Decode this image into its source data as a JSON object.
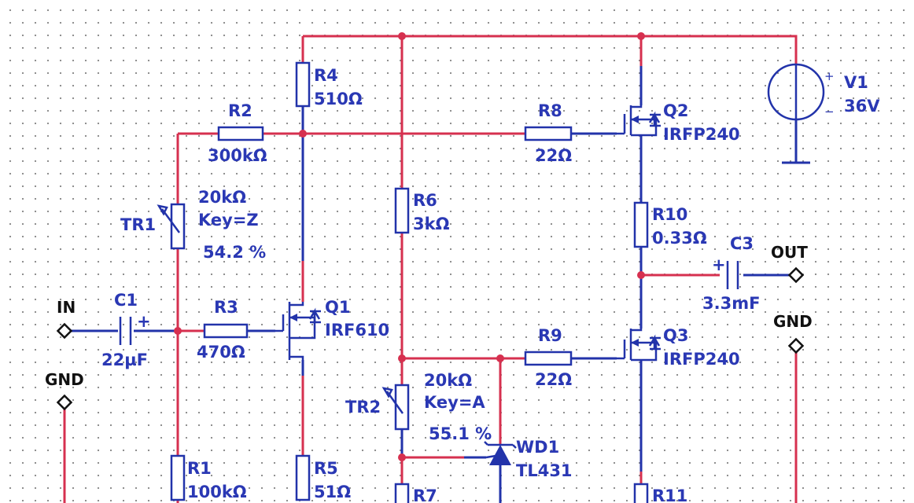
{
  "ports": {
    "in": "IN",
    "gnd_left": "GND",
    "out": "OUT",
    "gnd_right": "GND"
  },
  "components": {
    "R1": {
      "ref": "R1",
      "value": "100kΩ"
    },
    "R2": {
      "ref": "R2",
      "value": "300kΩ"
    },
    "R3": {
      "ref": "R3",
      "value": "470Ω"
    },
    "R4": {
      "ref": "R4",
      "value": "510Ω"
    },
    "R5": {
      "ref": "R5",
      "value": "51Ω"
    },
    "R6": {
      "ref": "R6",
      "value": "3kΩ"
    },
    "R7": {
      "ref": "R7"
    },
    "R8": {
      "ref": "R8",
      "value": "22Ω"
    },
    "R9": {
      "ref": "R9",
      "value": "22Ω"
    },
    "R10": {
      "ref": "R10",
      "value": "0.33Ω"
    },
    "R11": {
      "ref": "R11"
    },
    "C1": {
      "ref": "C1",
      "value": "22µF",
      "polarity": "+"
    },
    "C3": {
      "ref": "C3",
      "value": "3.3mF",
      "polarity": "+"
    },
    "TR1": {
      "ref": "TR1",
      "value": "20kΩ",
      "key": "Key=Z",
      "position": "54.2 %"
    },
    "TR2": {
      "ref": "TR2",
      "value": "20kΩ",
      "key": "Key=A",
      "position": "55.1 %"
    },
    "Q1": {
      "ref": "Q1",
      "part": "IRF610"
    },
    "Q2": {
      "ref": "Q2",
      "part": "IRFP240"
    },
    "Q3": {
      "ref": "Q3",
      "part": "IRFP240"
    },
    "WD1": {
      "ref": "WD1",
      "part": "TL431"
    },
    "V1": {
      "ref": "V1",
      "value": "36V",
      "plus": "+",
      "minus": "−"
    }
  },
  "colors": {
    "wire_red": "#d6304f",
    "wire_blue": "#2233aa",
    "label": "#2a38b4",
    "port_text": "#111111"
  }
}
